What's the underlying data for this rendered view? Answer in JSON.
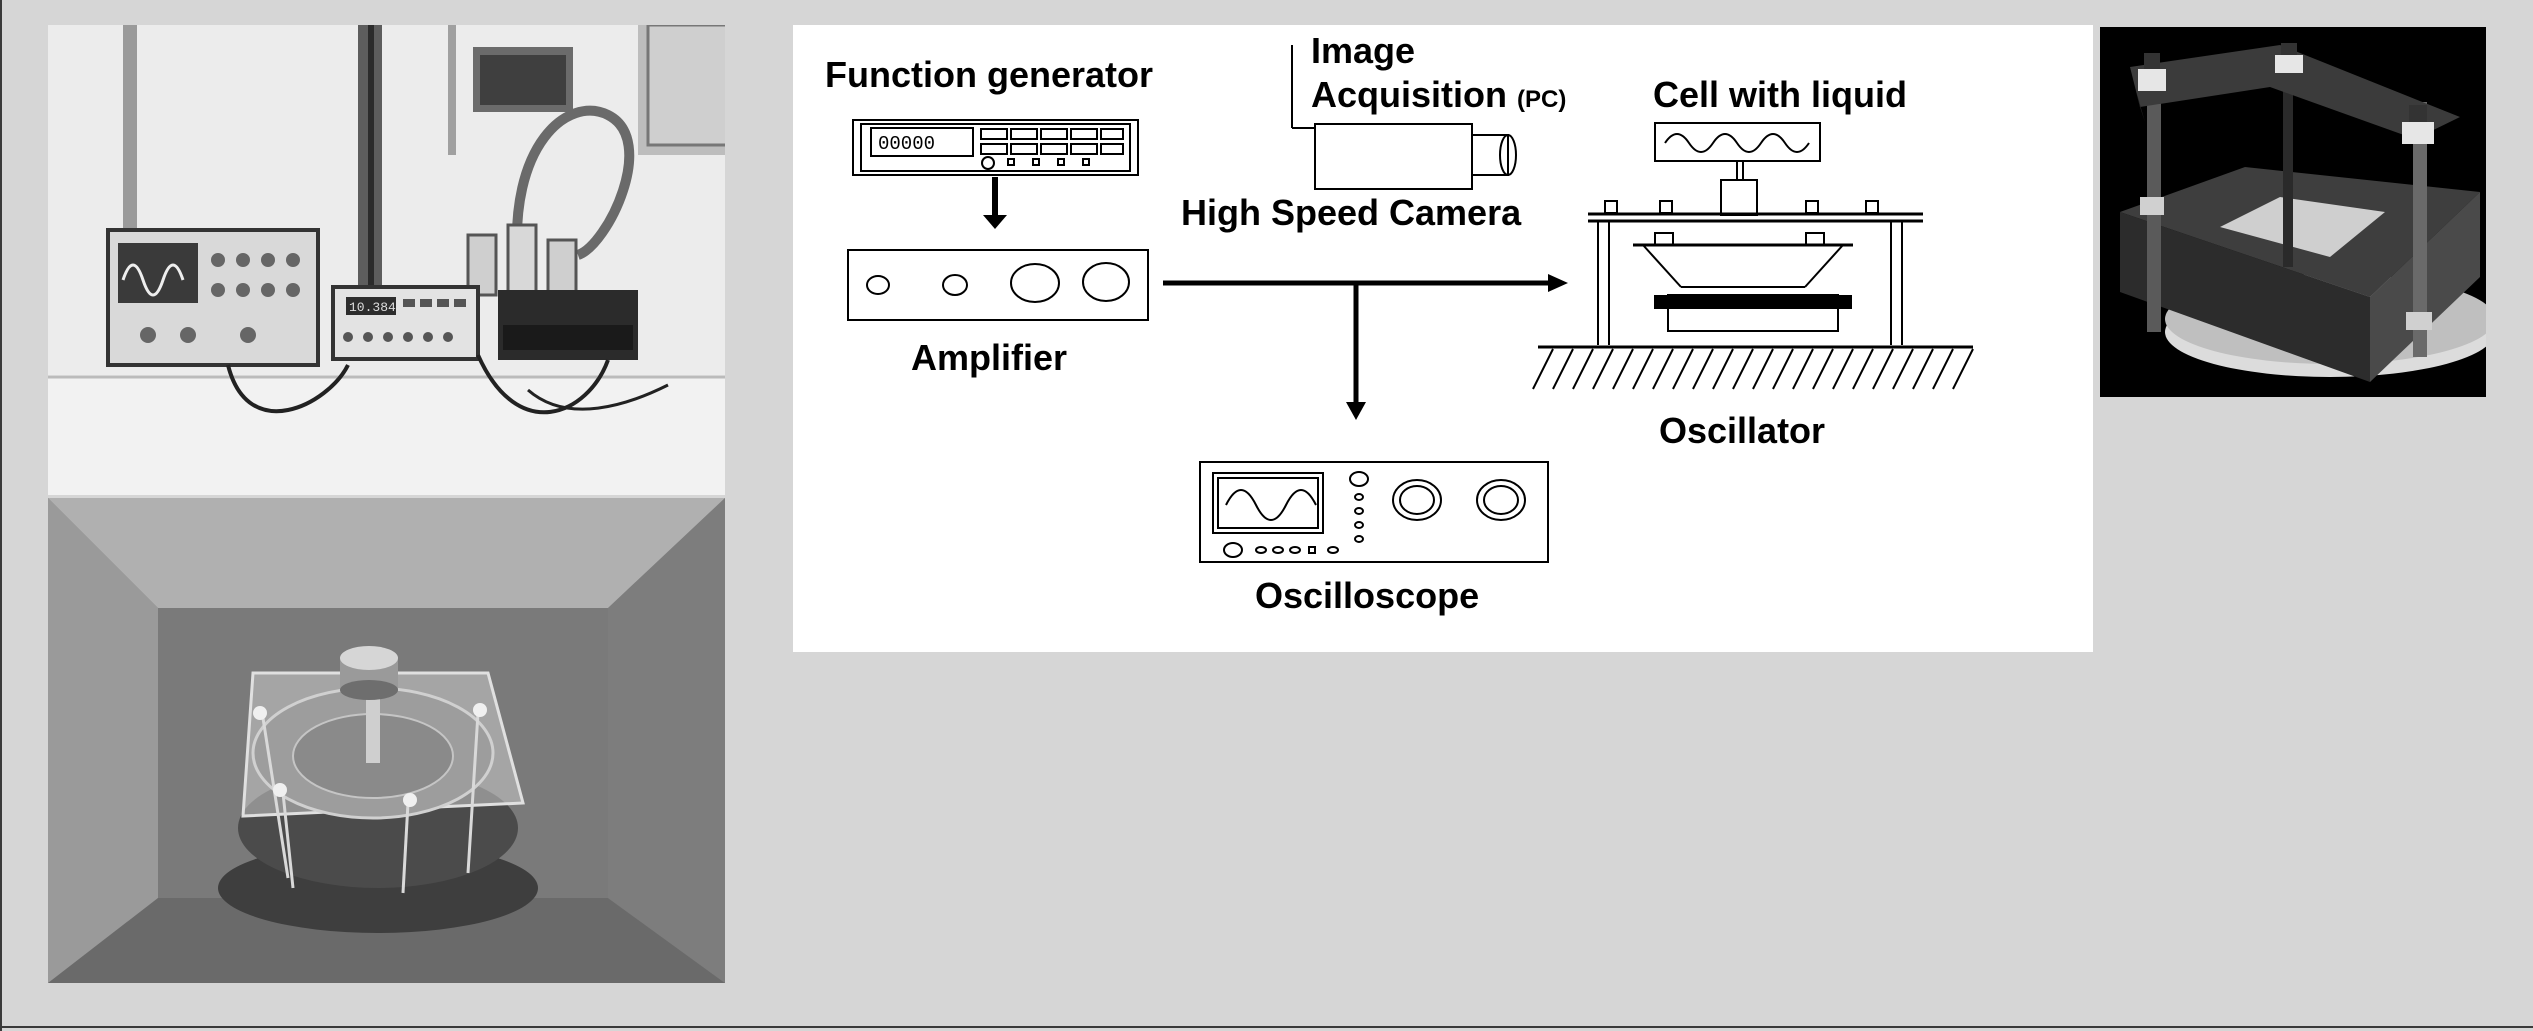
{
  "diagram": {
    "function_generator": "Function generator",
    "image_acquisition_line1": "Image",
    "image_acquisition_line2": "Acquisition",
    "image_acquisition_pc": "(PC)",
    "cell_with_liquid": "Cell with liquid",
    "high_speed_camera": "High Speed Camera",
    "amplifier": "Amplifier",
    "oscillator": "Oscillator",
    "oscilloscope": "Oscilloscope",
    "generator_display": "00000"
  },
  "photo_top": {
    "display_readout": "10.384"
  },
  "colors": {
    "background": "#d6d6d6",
    "diagram_bg": "#ffffff",
    "ink": "#000000",
    "render_bg": "#000000"
  }
}
